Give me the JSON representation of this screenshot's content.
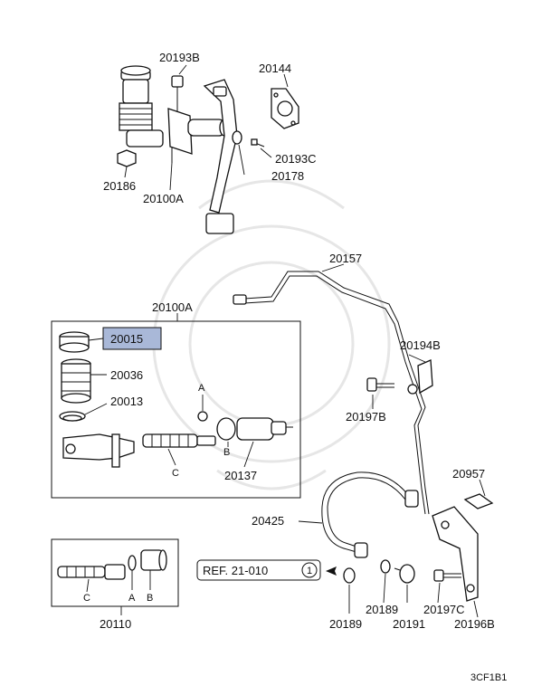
{
  "parts": {
    "p20193B": "20193B",
    "p20144": "20144",
    "p20193C": "20193C",
    "p20178": "20178",
    "p20186": "20186",
    "p20100A_top": "20100A",
    "p20157": "20157",
    "p20100A_box": "20100A",
    "p20015": "20015",
    "p20036": "20036",
    "p20013": "20013",
    "p20137": "20137",
    "p20194B": "20194B",
    "p20197B": "20197B",
    "p20957": "20957",
    "p20425": "20425",
    "p20189a": "20189",
    "p20189b": "20189",
    "p20191": "20191",
    "p20197C": "20197C",
    "p20196B": "20196B",
    "p20110": "20110"
  },
  "callouts": {
    "A1": "A",
    "B1": "B",
    "C1": "C",
    "A2": "A",
    "B2": "B",
    "C2": "C"
  },
  "reference": {
    "text": "REF. 21-010",
    "number": "1"
  },
  "figure_code": "3CF1B1",
  "highlight_color": "#a9b8d8"
}
